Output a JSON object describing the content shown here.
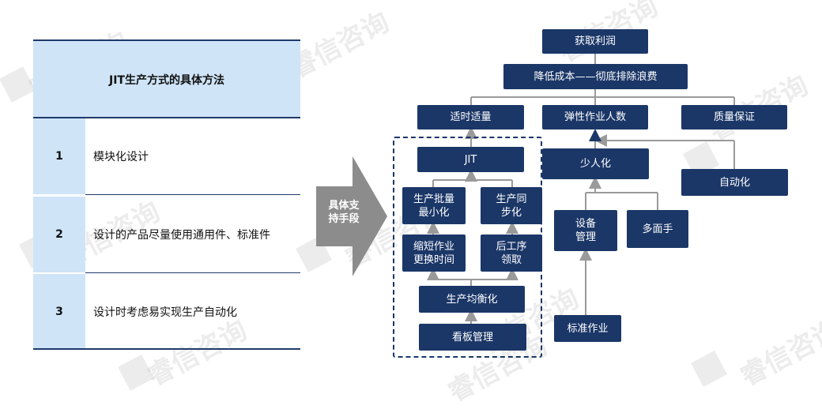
{
  "watermark": "睿信咨询",
  "table": {
    "title": "JIT生产方式的具体方法",
    "rows": [
      {
        "num": "1",
        "text": "模块化设计"
      },
      {
        "num": "2",
        "text": "设计的产品尽量使用通用件、标准件"
      },
      {
        "num": "3",
        "text": "设计时考虑易实现生产自动化"
      }
    ]
  },
  "arrow": {
    "label_line1": "具体支",
    "label_line2": "持手段"
  },
  "diagram": {
    "profit": "获取利润",
    "cost": "降低成本——彻底排除浪费",
    "right_amount": "适时适量",
    "flexible": "弹性作业人数",
    "quality": "质量保证",
    "jit": "JIT",
    "batch_line1": "生产批量",
    "batch_line2": "最小化",
    "sync_line1": "生产同",
    "sync_line2": "步化",
    "changeover_line1": "缩短作业",
    "changeover_line2": "更换时间",
    "pull_line1": "后工序",
    "pull_line2": "领取",
    "leveling": "生产均衡化",
    "kanban": "看板管理",
    "fewer_people": "少人化",
    "automation": "自动化",
    "equipment_line1": "设备",
    "equipment_line2": "管理",
    "multiskill": "多面手",
    "standard_work": "标准作业"
  },
  "colors": {
    "box": "#1b3768",
    "header_fill": "#cfe4f7",
    "arrow": "#8c8c8c",
    "connector": "#9a9a9a"
  }
}
